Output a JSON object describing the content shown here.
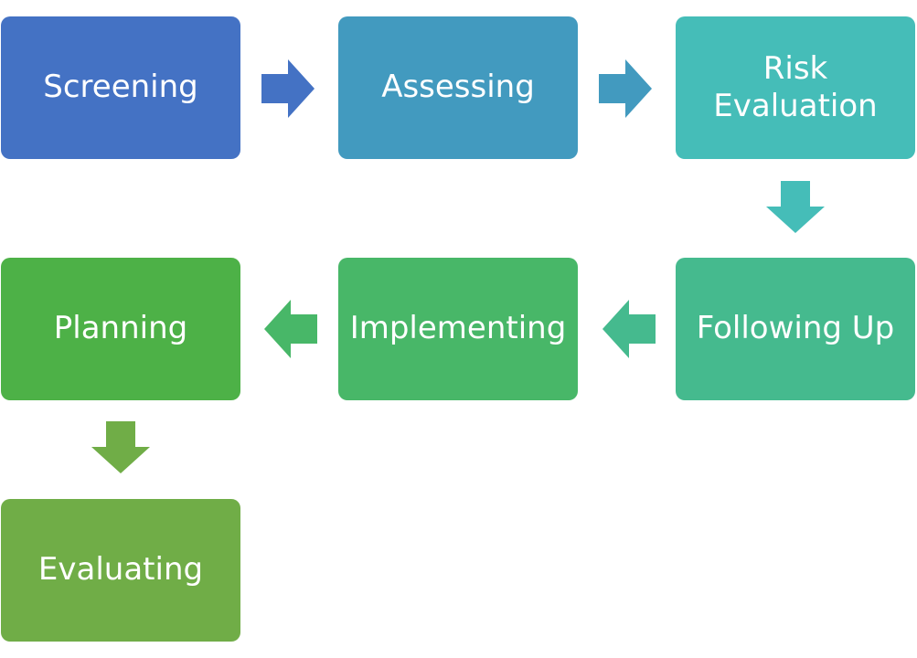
{
  "steps": [
    {
      "label": "Screening",
      "color": "#4472c4"
    },
    {
      "label": "Assessing",
      "color": "#429abf"
    },
    {
      "label": "Risk Evaluation",
      "color": "#45bdb8"
    },
    {
      "label": "Following Up",
      "color": "#45ba8e"
    },
    {
      "label": "Implementing",
      "color": "#48b768"
    },
    {
      "label": "Planning",
      "color": "#4db147"
    },
    {
      "label": "Evaluating",
      "color": "#70ad47"
    }
  ],
  "arrows": [
    {
      "from": "Screening",
      "to": "Assessing",
      "direction": "right",
      "color": "#4472c4"
    },
    {
      "from": "Assessing",
      "to": "Risk Evaluation",
      "direction": "right",
      "color": "#429abf"
    },
    {
      "from": "Risk Evaluation",
      "to": "Following Up",
      "direction": "down",
      "color": "#45bdb8"
    },
    {
      "from": "Following Up",
      "to": "Implementing",
      "direction": "left",
      "color": "#45ba8e"
    },
    {
      "from": "Implementing",
      "to": "Planning",
      "direction": "left",
      "color": "#48b768"
    },
    {
      "from": "Planning",
      "to": "Evaluating",
      "direction": "down",
      "color": "#70ad47"
    }
  ]
}
